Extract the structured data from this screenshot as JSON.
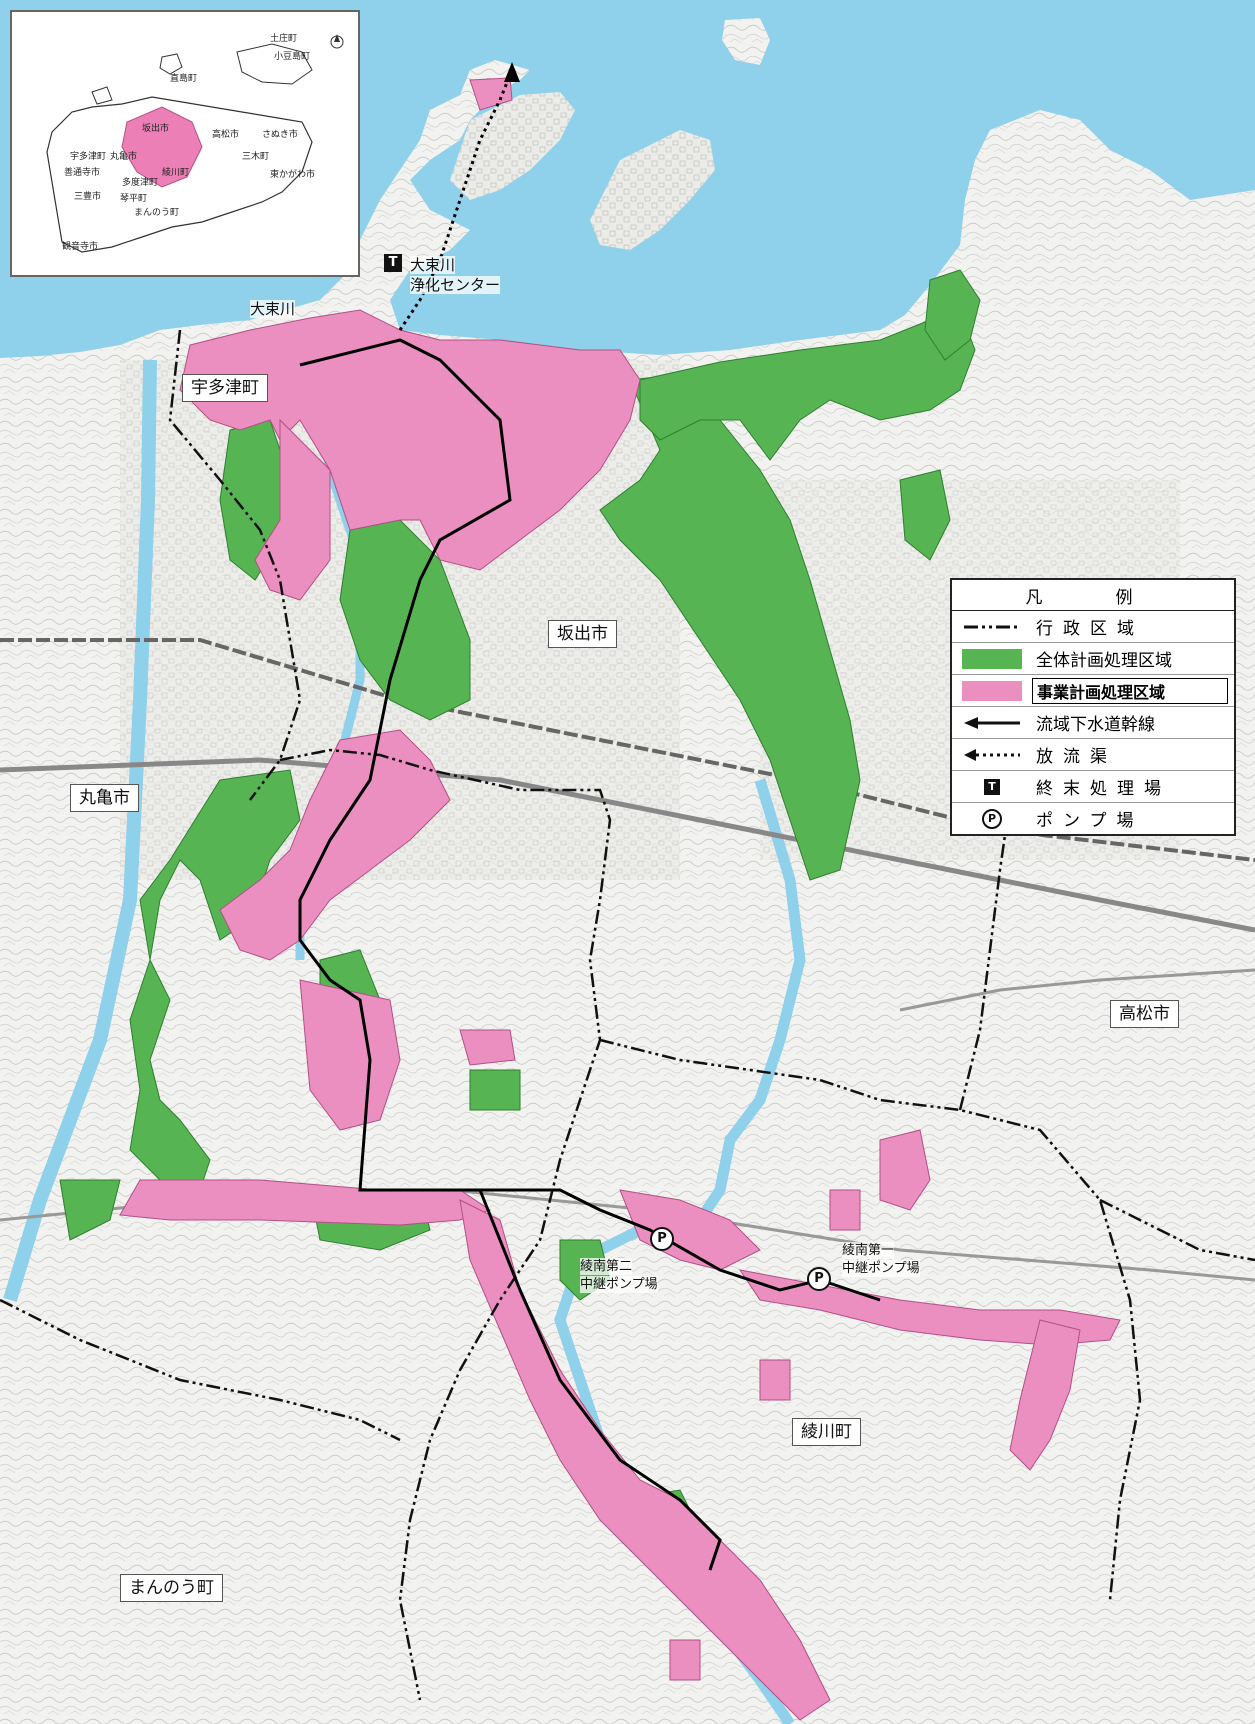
{
  "map": {
    "colors": {
      "sea": "#8fd0ea",
      "land": "#f3f3f1",
      "whole_plan": "#57b453",
      "project_plan": "#ea8fc0",
      "river": "#8fd0ea",
      "inset_highlight": "#ec7fb5"
    },
    "place_labels": {
      "utazu": "宇多津町",
      "sakaide": "坂出市",
      "marugame": "丸亀市",
      "takamatsu": "高松市",
      "ayagawa": "綾川町",
      "mannou": "まんのう町"
    },
    "annotations": {
      "river": "大束川",
      "plant_name_1": "大束川",
      "plant_name_2": "浄化センター",
      "pump2_line1": "綾南第二",
      "pump2_line2": "中継ポンプ場",
      "pump1_line1": "綾南第一",
      "pump1_line2": "中継ポンプ場"
    },
    "symbols": {
      "plant_icon": "T",
      "pump_icon": "P"
    }
  },
  "legend": {
    "title": "凡　例",
    "items": [
      {
        "label": "行政区域",
        "symbol": "dash-dot-line-icon"
      },
      {
        "label": "全体計画処理区域",
        "symbol": "green-swatch"
      },
      {
        "label": "事業計画処理区域",
        "symbol": "pink-swatch"
      },
      {
        "label": "流域下水道幹線",
        "symbol": "arrow-left-icon"
      },
      {
        "label": "放流渠",
        "symbol": "dotted-arrow-left-icon"
      },
      {
        "label": "終末処理場",
        "symbol": "treatment-plant-icon"
      },
      {
        "label": "ポンプ場",
        "symbol": "pump-station-icon"
      }
    ]
  },
  "inset": {
    "labels": {
      "tonosho": "土庄町",
      "shodoshima": "小豆島町",
      "naoshima": "直島町",
      "takamatsu": "高松市",
      "miki": "三木町",
      "sanuki": "さぬき市",
      "higashikagawa": "東かがわ市",
      "sakaide": "坂出市",
      "utazu": "宇多津町",
      "marugame": "丸亀市",
      "ayagawa": "綾川町",
      "zentsuji": "善通寺市",
      "tadotsu": "多度津町",
      "mitoyo": "三豊市",
      "kotohira": "琴平町",
      "mannou": "まんのう町",
      "kanonji": "観音寺市"
    }
  }
}
